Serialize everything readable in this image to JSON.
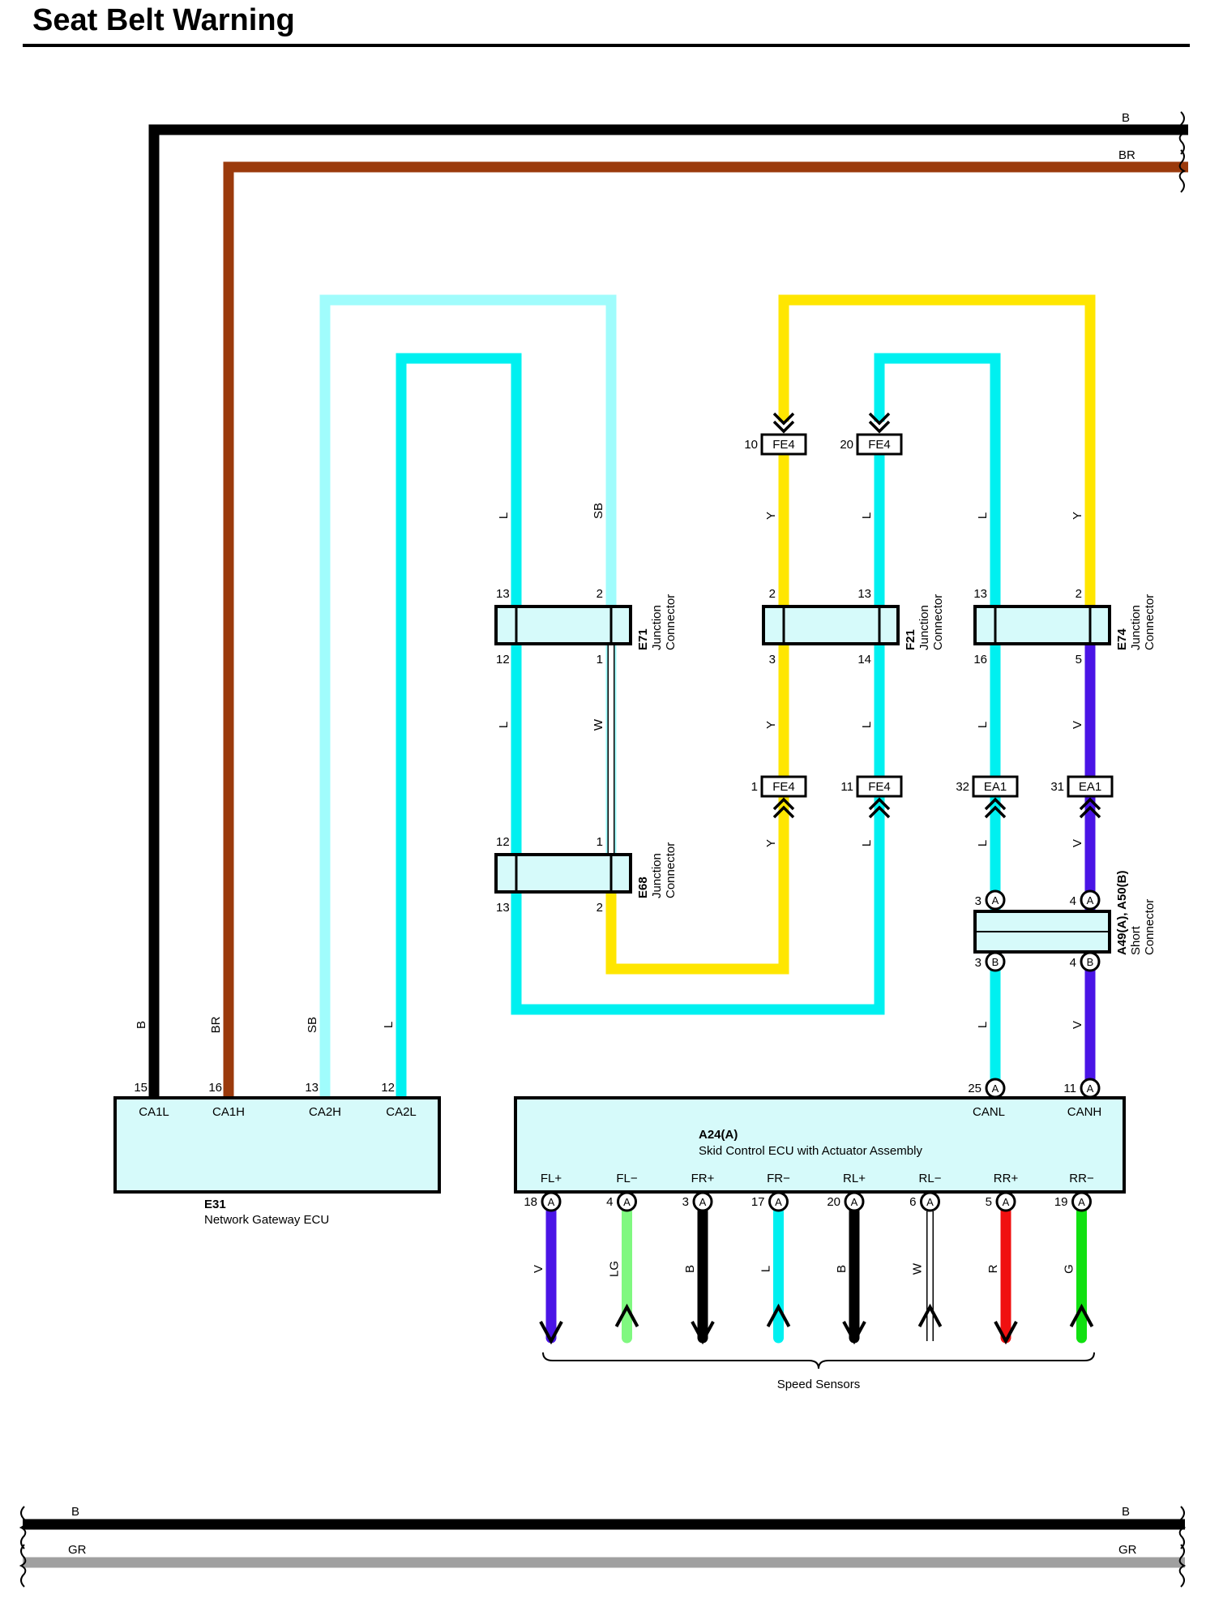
{
  "title": "Seat Belt Warning",
  "colors": {
    "B": "#000000",
    "BR": "#9b3a0c",
    "SB": "#a0fcfc",
    "L": "#00f0f0",
    "Y": "#ffe600",
    "V": "#4a14e6",
    "W": "#ffffff",
    "LG": "#80f880",
    "R": "#f01010",
    "G": "#10e010",
    "GR": "#a0a0a0",
    "component_fill": "#d6fafa"
  },
  "bus_top": [
    {
      "code": "B"
    },
    {
      "code": "BR"
    }
  ],
  "bus_bottom": [
    {
      "code": "B"
    },
    {
      "code": "GR"
    }
  ],
  "wire_codes": {
    "B": "B",
    "BR": "BR",
    "SB": "SB",
    "L": "L",
    "Y": "Y",
    "V": "V",
    "W": "W",
    "LG": "LG",
    "R": "R",
    "G": "G"
  },
  "connectors": {
    "fe4_a": {
      "name": "FE4",
      "pin": "10"
    },
    "fe4_b": {
      "name": "FE4",
      "pin": "20"
    },
    "fe4_c": {
      "name": "FE4",
      "pin": "1"
    },
    "fe4_d": {
      "name": "FE4",
      "pin": "11"
    },
    "ea1_a": {
      "name": "EA1",
      "pin": "32"
    },
    "ea1_b": {
      "name": "EA1",
      "pin": "31"
    }
  },
  "junctions": {
    "e71": {
      "id": "E71",
      "type_line1": "Junction",
      "type_line2": "Connector",
      "pin_tl": "13",
      "pin_tr": "2",
      "pin_bl": "12",
      "pin_br": "1"
    },
    "f21": {
      "id": "F21",
      "type_line1": "Junction",
      "type_line2": "Connector",
      "pin_tl": "2",
      "pin_tr": "13",
      "pin_bl": "3",
      "pin_br": "14"
    },
    "e74": {
      "id": "E74",
      "type_line1": "Junction",
      "type_line2": "Connector",
      "pin_tl": "13",
      "pin_tr": "2",
      "pin_bl": "16",
      "pin_br": "5"
    },
    "e68": {
      "id": "E68",
      "type_line1": "Junction",
      "type_line2": "Connector",
      "pin_tl": "12",
      "pin_tr": "1",
      "pin_bl": "13",
      "pin_br": "2"
    },
    "a49": {
      "id": "A49(A), A50(B)",
      "type_line1": "Short",
      "type_line2": "Connector",
      "pin_tl": "3",
      "pin_tr": "4",
      "pin_bl": "3",
      "pin_br": "4",
      "tag_top": "A",
      "tag_bottom": "B"
    }
  },
  "e31": {
    "id": "E31",
    "name": "Network Gateway ECU",
    "pins": [
      {
        "num": "15",
        "label": "CA1L",
        "wire": "B"
      },
      {
        "num": "16",
        "label": "CA1H",
        "wire": "BR"
      },
      {
        "num": "13",
        "label": "CA2H",
        "wire": "SB"
      },
      {
        "num": "12",
        "label": "CA2L",
        "wire": "L"
      }
    ]
  },
  "a24": {
    "id": "A24(A)",
    "name": "Skid Control ECU with Actuator Assembly",
    "tag": "A",
    "top_pins": [
      {
        "num": "25",
        "label": "CANL",
        "wire": "L"
      },
      {
        "num": "11",
        "label": "CANH",
        "wire": "V"
      }
    ],
    "bottom_pins": [
      {
        "num": "18",
        "label": "FL+",
        "wire": "V",
        "dir": "out"
      },
      {
        "num": "4",
        "label": "FL−",
        "wire": "LG",
        "dir": "in"
      },
      {
        "num": "3",
        "label": "FR+",
        "wire": "B",
        "dir": "out"
      },
      {
        "num": "17",
        "label": "FR−",
        "wire": "L",
        "dir": "in"
      },
      {
        "num": "20",
        "label": "RL+",
        "wire": "B",
        "dir": "out"
      },
      {
        "num": "6",
        "label": "RL−",
        "wire": "W",
        "dir": "in"
      },
      {
        "num": "5",
        "label": "RR+",
        "wire": "R",
        "dir": "out"
      },
      {
        "num": "19",
        "label": "RR−",
        "wire": "G",
        "dir": "in"
      }
    ]
  },
  "speed_sensors_label": "Speed Sensors"
}
